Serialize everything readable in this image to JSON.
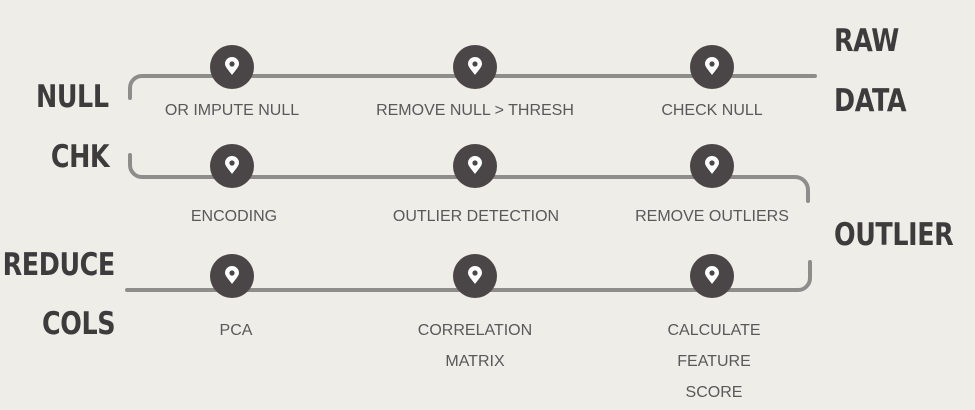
{
  "colors": {
    "background": "#efede8",
    "track": "#8f8d8c",
    "marker": "#4a4647",
    "marker_icon": "#ffffff",
    "side_text": "#3d3b3c",
    "step_text": "#5a5858"
  },
  "side_labels": {
    "raw_data": [
      "RAW",
      "DATA"
    ],
    "null_chk": [
      "NULL",
      "CHK"
    ],
    "outlier": [
      "OUTLIER"
    ],
    "reduce_cols": [
      "REDUCE",
      "COLS"
    ]
  },
  "rows": [
    {
      "steps": [
        {
          "label": [
            "OR IMPUTE NULL"
          ],
          "icon": "location-pin-icon"
        },
        {
          "label": [
            "REMOVE NULL > THRESH"
          ],
          "icon": "location-pin-icon"
        },
        {
          "label": [
            "CHECK NULL"
          ],
          "icon": "location-pin-icon"
        }
      ]
    },
    {
      "steps": [
        {
          "label": [
            "ENCODING"
          ],
          "icon": "location-pin-icon"
        },
        {
          "label": [
            "OUTLIER DETECTION"
          ],
          "icon": "location-pin-icon"
        },
        {
          "label": [
            "REMOVE OUTLIERS"
          ],
          "icon": "location-pin-icon"
        }
      ]
    },
    {
      "steps": [
        {
          "label": [
            "PCA"
          ],
          "icon": "location-pin-icon"
        },
        {
          "label": [
            "CORRELATION",
            "MATRIX"
          ],
          "icon": "location-pin-icon"
        },
        {
          "label": [
            "CALCULATE",
            "FEATURE",
            "SCORE"
          ],
          "icon": "location-pin-icon"
        }
      ]
    }
  ]
}
